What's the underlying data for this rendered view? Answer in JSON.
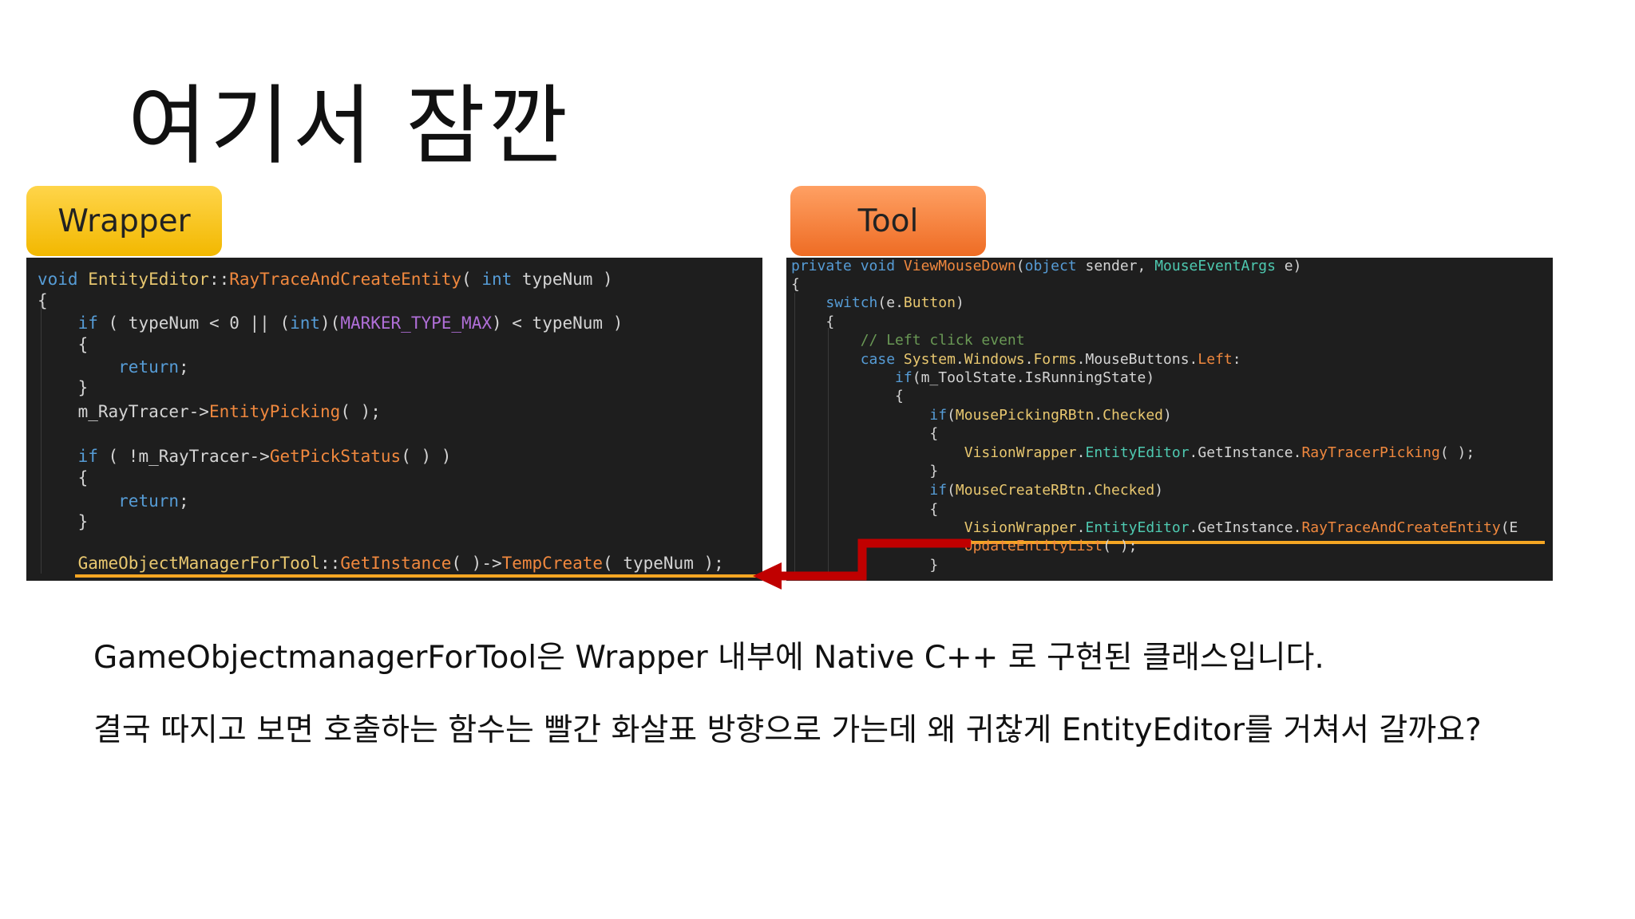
{
  "slide": {
    "title": "여기서 잠깐",
    "wrapper_label": "Wrapper",
    "tool_label": "Tool",
    "paragraph_1": "GameObjectmanagerForTool은 Wrapper 내부에 Native C++ 로 구현된 클래스입니다.",
    "paragraph_2": "결국 따지고 보면 호출하는 함수는 빨간 화살표 방향으로 가는데 왜 귀찮게 EntityEditor를 거쳐서 갈까요?"
  },
  "colors": {
    "wrapper_badge": "#f5c400",
    "tool_badge": "#f07a30",
    "code_background": "#1e1e1e",
    "highlight_underline": "#f5a623",
    "arrow": "#c00000"
  },
  "wrapper_code": [
    [
      [
        "kw",
        "void "
      ],
      [
        "tp",
        "EntityEditor"
      ],
      [
        "pl",
        "::"
      ],
      [
        "fn",
        "RayTraceAndCreateEntity"
      ],
      [
        "pl",
        "( "
      ],
      [
        "kw",
        "int "
      ],
      [
        "pl",
        "typeNum )"
      ]
    ],
    [
      [
        "pl",
        "{"
      ]
    ],
    [
      [
        "pl",
        "    "
      ],
      [
        "kw",
        "if "
      ],
      [
        "pl",
        "( typeNum < 0 || ("
      ],
      [
        "kw",
        "int"
      ],
      [
        "pl",
        ")("
      ],
      [
        "mc",
        "MARKER_TYPE_MAX"
      ],
      [
        "pl",
        ") < typeNum )"
      ]
    ],
    [
      [
        "pl",
        "    {"
      ]
    ],
    [
      [
        "pl",
        "        "
      ],
      [
        "kw",
        "return"
      ],
      [
        "pl",
        ";"
      ]
    ],
    [
      [
        "pl",
        "    }"
      ]
    ],
    [
      [
        "pl",
        "    m_RayTracer->"
      ],
      [
        "fn",
        "EntityPicking"
      ],
      [
        "pl",
        "( );"
      ]
    ],
    [
      [
        "pl",
        "    "
      ],
      [
        "kw",
        "if "
      ],
      [
        "pl",
        "( !m_RayTracer->"
      ],
      [
        "fn",
        "GetPickStatus"
      ],
      [
        "pl",
        "( ) )"
      ]
    ],
    [
      [
        "pl",
        "    {"
      ]
    ],
    [
      [
        "pl",
        "        "
      ],
      [
        "kw",
        "return"
      ],
      [
        "pl",
        ";"
      ]
    ],
    [
      [
        "pl",
        "    }"
      ]
    ],
    [
      [
        "pl",
        "    "
      ],
      [
        "tp",
        "GameObjectManagerForTool"
      ],
      [
        "pl",
        "::"
      ],
      [
        "fn",
        "GetInstance"
      ],
      [
        "pl",
        "( )->"
      ],
      [
        "fn",
        "TempCreate"
      ],
      [
        "pl",
        "( typeNum );"
      ]
    ]
  ],
  "tool_code": [
    [
      [
        "kw",
        "private void "
      ],
      [
        "fn",
        "ViewMouseDown"
      ],
      [
        "pl",
        "("
      ],
      [
        "kw",
        "object "
      ],
      [
        "pl",
        "sender, "
      ],
      [
        "cy",
        "MouseEventArgs "
      ],
      [
        "pl",
        "e)"
      ]
    ],
    [
      [
        "pl",
        "{"
      ]
    ],
    [
      [
        "pl",
        "    "
      ],
      [
        "kw",
        "switch"
      ],
      [
        "pl",
        "(e."
      ],
      [
        "tp",
        "Button"
      ],
      [
        "pl",
        ")"
      ]
    ],
    [
      [
        "pl",
        "    {"
      ]
    ],
    [
      [
        "pl",
        "        "
      ],
      [
        "cm",
        "// Left click event"
      ]
    ],
    [
      [
        "pl",
        "        "
      ],
      [
        "kw",
        "case "
      ],
      [
        "tp",
        "System"
      ],
      [
        "pl",
        "."
      ],
      [
        "tp",
        "Windows"
      ],
      [
        "pl",
        "."
      ],
      [
        "tp",
        "Forms"
      ],
      [
        "pl",
        "."
      ],
      [
        "pl",
        "MouseButtons"
      ],
      [
        "pl",
        "."
      ],
      [
        "fn",
        "Left"
      ],
      [
        "pl",
        ":"
      ]
    ],
    [
      [
        "pl",
        "            "
      ],
      [
        "kw",
        "if"
      ],
      [
        "pl",
        "(m_ToolState.IsRunningState)"
      ]
    ],
    [
      [
        "pl",
        "            {"
      ]
    ],
    [
      [
        "pl",
        "                "
      ],
      [
        "kw",
        "if"
      ],
      [
        "pl",
        "("
      ],
      [
        "tp",
        "MousePickingRBtn"
      ],
      [
        "pl",
        "."
      ],
      [
        "ct",
        "Checked"
      ],
      [
        "pl",
        ")"
      ]
    ],
    [
      [
        "pl",
        "                {"
      ]
    ],
    [
      [
        "pl",
        "                    "
      ],
      [
        "tp",
        "VisionWrapper"
      ],
      [
        "pl",
        "."
      ],
      [
        "cy",
        "EntityEditor"
      ],
      [
        "pl",
        "."
      ],
      [
        "pl",
        "GetInstance"
      ],
      [
        "pl",
        "."
      ],
      [
        "fn",
        "RayTracerPicking"
      ],
      [
        "pl",
        "( );"
      ]
    ],
    [
      [
        "pl",
        "                }"
      ]
    ],
    [
      [
        "pl",
        "                "
      ],
      [
        "kw",
        "if"
      ],
      [
        "pl",
        "("
      ],
      [
        "tp",
        "MouseCreateRBtn"
      ],
      [
        "pl",
        "."
      ],
      [
        "ct",
        "Checked"
      ],
      [
        "pl",
        ")"
      ]
    ],
    [
      [
        "pl",
        "                {"
      ]
    ],
    [
      [
        "pl",
        "                    "
      ],
      [
        "tp",
        "VisionWrapper"
      ],
      [
        "pl",
        "."
      ],
      [
        "cy",
        "EntityEditor"
      ],
      [
        "pl",
        "."
      ],
      [
        "pl",
        "GetInstance"
      ],
      [
        "pl",
        "."
      ],
      [
        "fn",
        "RayTraceAndCreateEntity"
      ],
      [
        "pl",
        "(E"
      ]
    ],
    [
      [
        "pl",
        "                    "
      ],
      [
        "fn",
        "UpdateEntityList"
      ],
      [
        "pl",
        "( );"
      ]
    ],
    [
      [
        "pl",
        "                }"
      ]
    ]
  ]
}
